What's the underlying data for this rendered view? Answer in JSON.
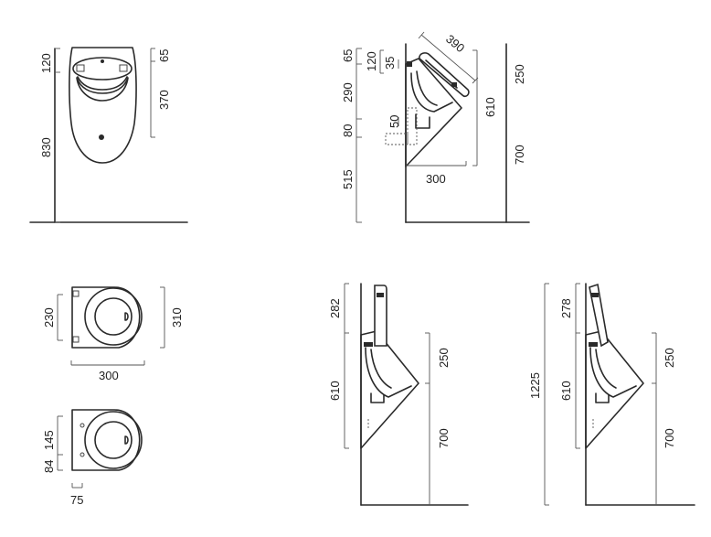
{
  "front_view": {
    "dim_top_height": "120",
    "dim_plate_height": "65",
    "dim_bowl_height": "370",
    "dim_floor_to_top": "830"
  },
  "side_view": {
    "dim_top": "65",
    "dim_cover_top": "120",
    "dim_inlet": "35",
    "dim_mid": "290",
    "dim_outlet": "50",
    "dim_low": "80",
    "dim_floor": "515",
    "dim_lid_length": "390",
    "dim_depth": "300",
    "dim_body_height": "610",
    "dim_upper": "250",
    "dim_lower": "700"
  },
  "top_view": {
    "dim_fix_spacing": "230",
    "dim_width": "310",
    "dim_depth": "300"
  },
  "rear_view": {
    "dim_upper": "145",
    "dim_lower": "84",
    "dim_offset": "75"
  },
  "side_open_view": {
    "dim_lid": "282",
    "dim_body": "610",
    "dim_upper": "250",
    "dim_lower": "700"
  },
  "side_raised_view": {
    "dim_total": "1225",
    "dim_lid": "278",
    "dim_body": "610",
    "dim_upper": "250",
    "dim_lower": "700"
  }
}
